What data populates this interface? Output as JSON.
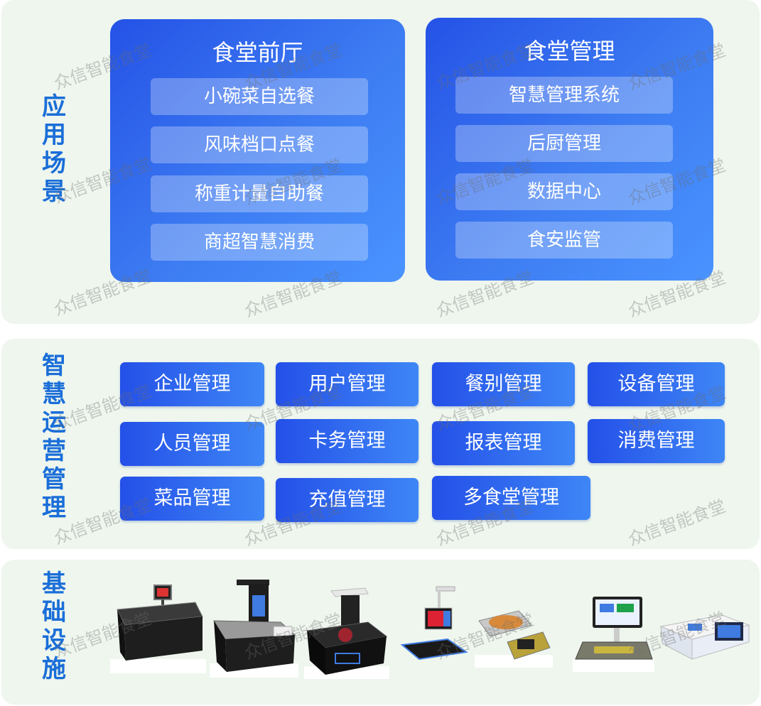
{
  "sections": {
    "application": {
      "label": [
        "应",
        "用",
        "场",
        "景"
      ]
    },
    "operations": {
      "label": [
        "智",
        "慧",
        "运",
        "营",
        "管",
        "理"
      ]
    },
    "infrastructure": {
      "label": [
        "基",
        "础",
        "设",
        "施"
      ]
    }
  },
  "front_hall": {
    "title": "食堂前厅",
    "items": [
      "小碗菜自选餐",
      "风味档口点餐",
      "称重计量自助餐",
      "商超智慧消费"
    ]
  },
  "canteen_mgmt": {
    "title": "食堂管理",
    "items": [
      "智慧管理系统",
      "后厨管理",
      "数据中心",
      "食安监管"
    ]
  },
  "ops_modules": [
    "企业管理",
    "用户管理",
    "餐别管理",
    "设备管理",
    "人员管理",
    "卡务管理",
    "报表管理",
    "消费管理",
    "菜品管理",
    "充值管理",
    "多食堂管理"
  ],
  "watermark": "众信智能食堂",
  "colors": {
    "panel_bg": "#eef6ee",
    "label_blue": "#1a6ed8",
    "card_blue": "#2452e6",
    "card_blue_light": "#4a94ff"
  }
}
